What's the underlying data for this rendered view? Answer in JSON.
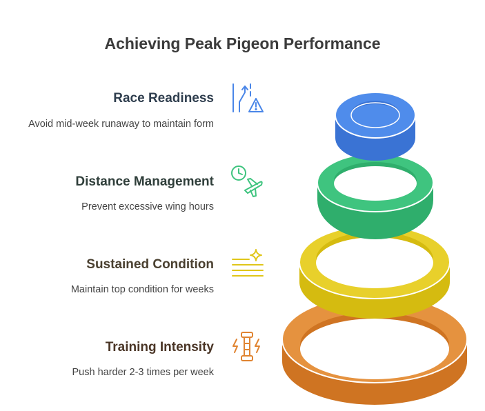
{
  "title": "Achieving Peak Pigeon Performance",
  "steps": [
    {
      "heading": "Race Readiness",
      "description": "Avoid mid-week runaway to maintain form",
      "icon": "road-warning-icon",
      "color": "#4a86e8",
      "heading_color": "#2f3e4e"
    },
    {
      "heading": "Distance Management",
      "description": "Prevent excessive wing hours",
      "icon": "clock-airplane-icon",
      "color": "#3fc47f",
      "heading_color": "#2f3e3a"
    },
    {
      "heading": "Sustained Condition",
      "description": "Maintain top condition for weeks",
      "icon": "lines-sparkle-icon",
      "color": "#e0c619",
      "heading_color": "#4a4030"
    },
    {
      "heading": "Training Intensity",
      "description": "Push harder 2-3 times per week",
      "icon": "intensity-bolts-icon",
      "color": "#e08431",
      "heading_color": "#4a3526"
    }
  ]
}
